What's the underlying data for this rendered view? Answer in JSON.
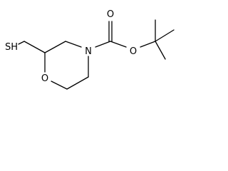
{
  "atoms": {
    "sh": "SH",
    "n": "N",
    "o_ring": "O",
    "o_ester": "O",
    "o_carbonyl": "O"
  },
  "style": {
    "bond_color": "#000000",
    "text_color": "#000000",
    "background": "#ffffff"
  }
}
